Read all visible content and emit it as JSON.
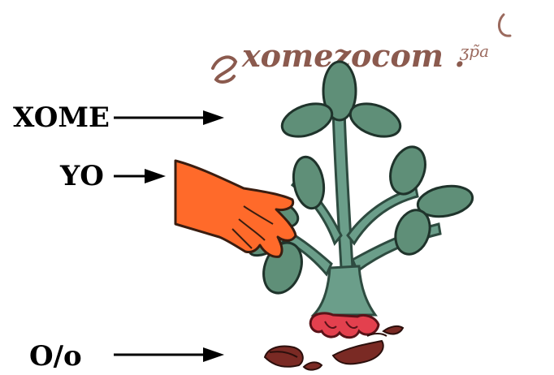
{
  "labels": {
    "xome": "XOME",
    "yo": "YO",
    "oo": "O/o"
  },
  "gloss": "xomezocom . "
}
